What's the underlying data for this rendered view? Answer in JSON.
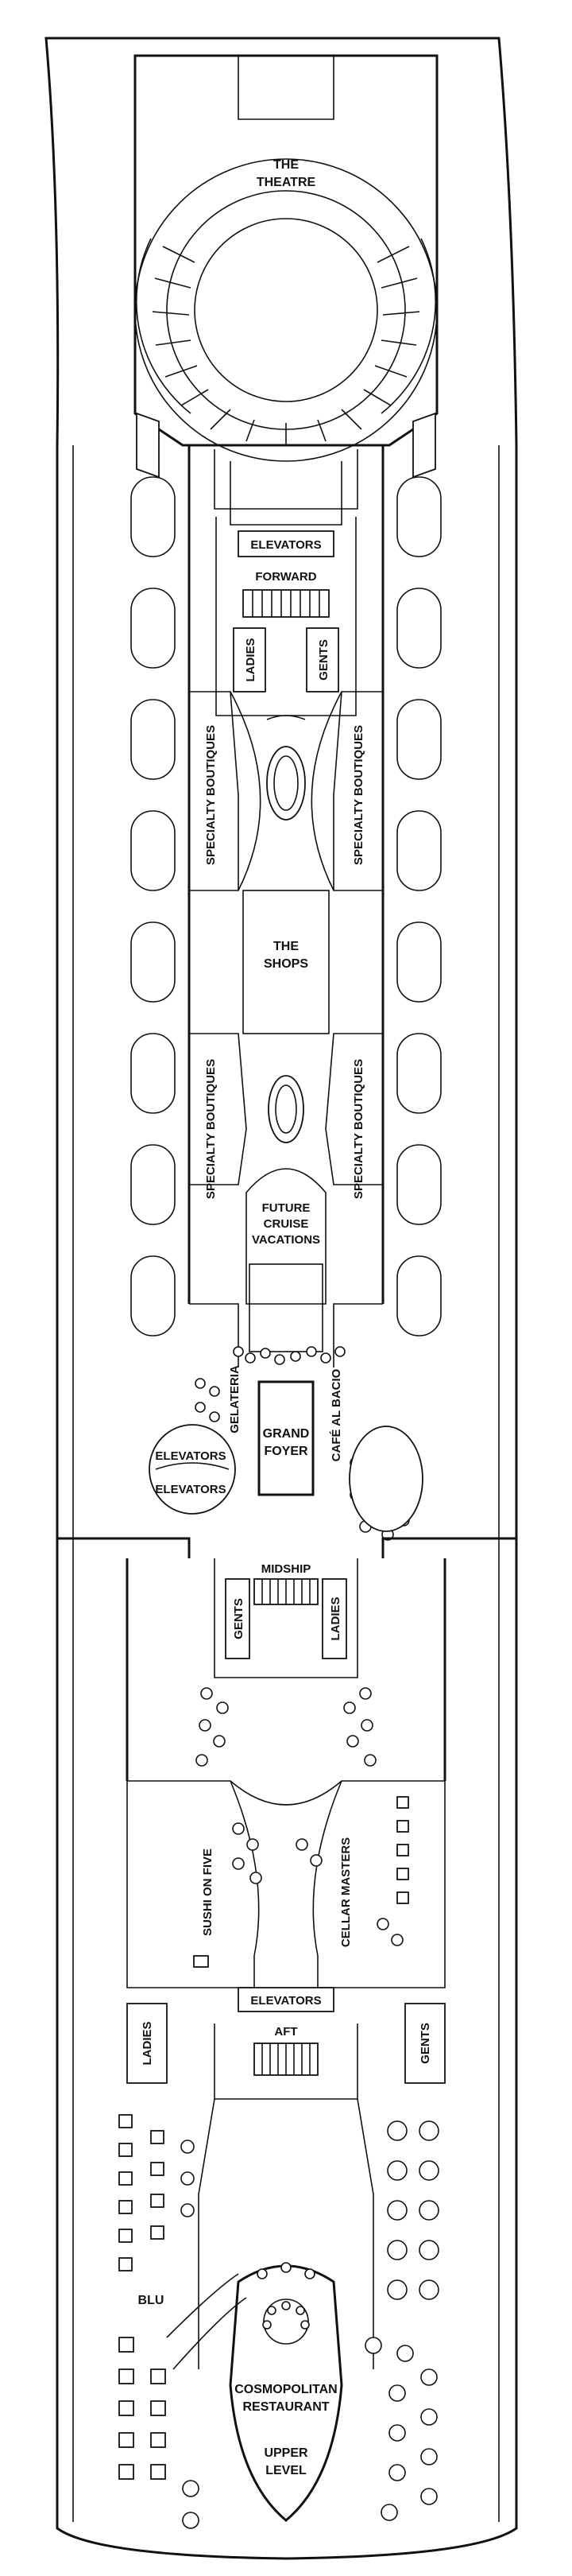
{
  "labels": {
    "theatre_1": "THE",
    "theatre_2": "THEATRE",
    "elevators_fwd": "ELEVATORS",
    "forward": "FORWARD",
    "ladies_fwd": "LADIES",
    "gents_fwd": "GENTS",
    "specialty_boutiques": "SPECIALTY BOUTIQUES",
    "shops_1": "THE",
    "shops_2": "SHOPS",
    "future_1": "FUTURE",
    "future_2": "CRUISE",
    "future_3": "VACATIONS",
    "gelateria": "GELATERIA",
    "cafe": "CAFÉ AL BACIO",
    "grand_1": "GRAND",
    "grand_2": "FOYER",
    "elevators_mid": "ELEVATORS",
    "midship": "MIDSHIP",
    "gents_mid": "GENTS",
    "ladies_mid": "LADIES",
    "sushi": "SUSHI ON FIVE",
    "cellar": "CELLAR MASTERS",
    "elevators_aft": "ELEVATORS",
    "aft": "AFT",
    "ladies_aft": "LADIES",
    "gents_aft": "GENTS",
    "blu": "BLU",
    "cosmo_1": "COSMOPOLITAN",
    "cosmo_2": "RESTAURANT",
    "upper_1": "UPPER",
    "upper_2": "LEVEL"
  }
}
